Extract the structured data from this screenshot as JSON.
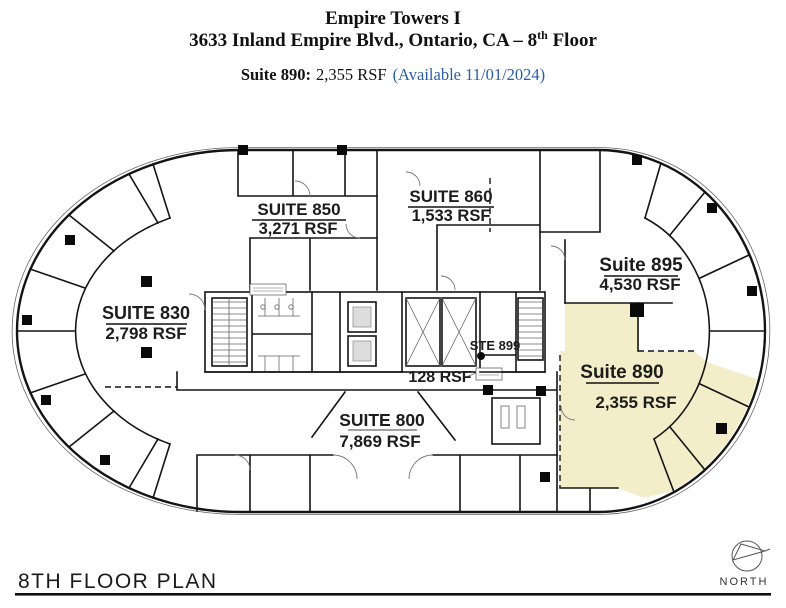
{
  "header": {
    "building": "Empire Towers I",
    "address": {
      "pre": "3633 Inland Empire Blvd., Ontario, CA – 8",
      "sup": "th",
      "post": " Floor"
    },
    "availability": {
      "label": "Suite 890:",
      "rsf": "2,355 RSF",
      "note": "(Available 11/01/2024)",
      "note_color": "#2b5ea7"
    }
  },
  "plan": {
    "highlight_color": "#f3eec9",
    "suites": {
      "s850": {
        "name": "SUITE 850",
        "rsf": "3,271 RSF"
      },
      "s860": {
        "name": "SUITE 860",
        "rsf": "1,533 RSF"
      },
      "s895": {
        "name": "Suite 895",
        "rsf": "4,530 RSF"
      },
      "s830": {
        "name": "SUITE 830",
        "rsf": "2,798 RSF"
      },
      "s899": {
        "name": "STE 899",
        "rsf": "128 RSF"
      },
      "s890": {
        "name": "Suite 890",
        "rsf": "2,355 RSF"
      },
      "s800": {
        "name": "SUITE 800",
        "rsf": "7,869 RSF"
      }
    }
  },
  "footer": {
    "title": "8TH FLOOR PLAN",
    "north": "NORTH"
  }
}
